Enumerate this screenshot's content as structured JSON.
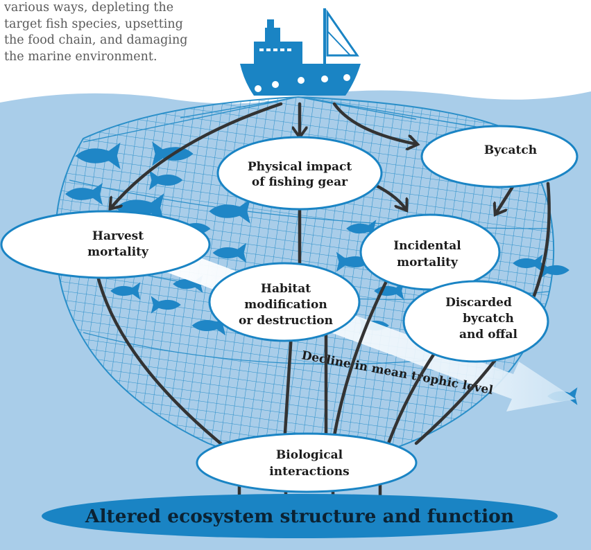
{
  "intro": {
    "lines": [
      "various ways, depleting the",
      "target fish species, upsetting",
      "the food chain, and damaging",
      "the marine environment."
    ]
  },
  "nodes": {
    "physical_impact": [
      "Physical impact",
      "of fishing gear"
    ],
    "bycatch": [
      "Bycatch"
    ],
    "harvest_mortality": [
      "Harvest",
      "mortality"
    ],
    "incidental_mortality": [
      "Incidental",
      "mortality"
    ],
    "habitat": [
      "Habitat",
      "modification",
      "or destruction"
    ],
    "discarded": [
      "Discarded",
      "bycatch",
      "and offal"
    ],
    "biological": [
      "Biological",
      "interactions"
    ]
  },
  "trophic_arrow_label": "Decline in mean trophic level",
  "outcome_banner": "Altered ecosystem structure and function",
  "colors": {
    "water": "#a9cde9",
    "net_lines": "#2a8fc9",
    "fish": "#1f86c6",
    "boat": "#1a84c4",
    "node_border": "#1a84c4",
    "arrows": "#333333",
    "banner": "#1a84c4",
    "banner_text": "#0b2233"
  }
}
